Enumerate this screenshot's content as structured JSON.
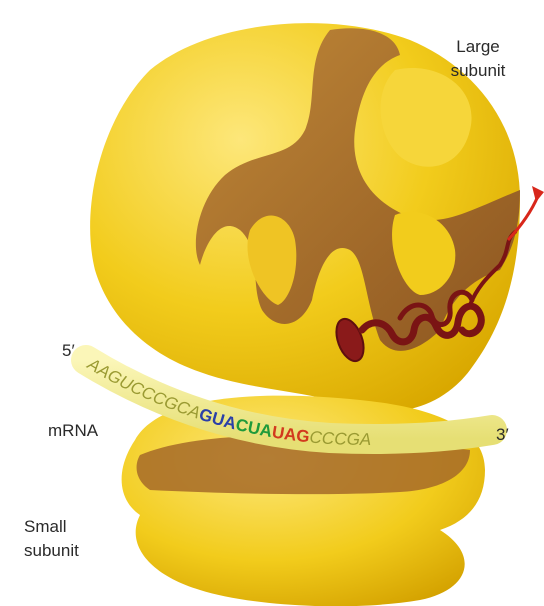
{
  "labels": {
    "large_subunit_line1": "Large",
    "large_subunit_line2": "subunit",
    "small_subunit_line1": "Small",
    "small_subunit_line2": "subunit",
    "mrna": "mRNA",
    "five_prime": "5′",
    "three_prime": "3′"
  },
  "sequence": {
    "pre": "AAGUCCCGCA",
    "codon1": "GUA",
    "codon2": "CUA",
    "codon3": "UAG",
    "post": "CCCGA"
  },
  "colors": {
    "subunit": "#f2cc1c",
    "subunit_shadow": "#d9a800",
    "groove": "#b0752b",
    "groove_dark": "#8c5520",
    "mrna_strand": "#f4ef9a",
    "mrna_text": "#9a9a32",
    "codon1": "#2a3fa8",
    "codon2": "#1f9a3a",
    "codon3": "#d23a1e",
    "peptide": "#8a1a1a",
    "arrow": "#d8271b"
  }
}
